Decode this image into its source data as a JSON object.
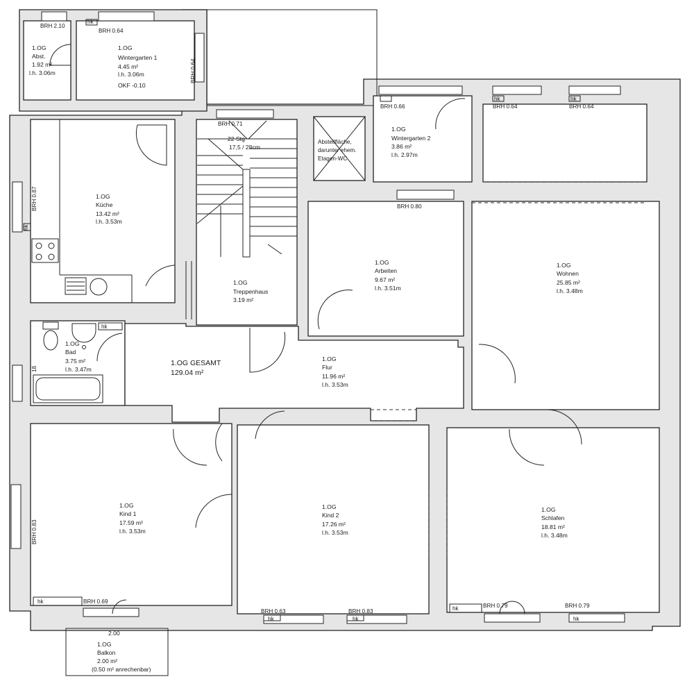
{
  "plan": {
    "summary": {
      "title": "1.OG GESAMT",
      "area": "129.04 m²"
    },
    "rooms": {
      "abst": [
        "1.OG",
        "Abst.",
        "1.92 m²",
        "l.h. 3.06m"
      ],
      "wintergarten1": [
        "1.OG",
        "Wintergarten 1",
        "4.45 m²",
        "l.h. 3.06m",
        "OKF -0.10"
      ],
      "kueche": [
        "1.OG",
        "Küche",
        "13.42 m²",
        "l.h. 3.53m"
      ],
      "treppenhaus": [
        "1.OG",
        "Treppenhaus",
        "3.19 m²"
      ],
      "abstellflaeche": [
        "Abstellfläche,",
        "darunter ehem.",
        "Etagen-WC"
      ],
      "wintergarten2": [
        "1.OG",
        "Wintergarten 2",
        "3.86 m²",
        "l.h. 2.97m"
      ],
      "arbeiten": [
        "1.OG",
        "Arbeiten",
        "9.67 m²",
        "l.h. 3.51m"
      ],
      "wohnen": [
        "1.OG",
        "Wohnen",
        "25.85 m²",
        "l.h. 3.48m"
      ],
      "bad": [
        "1.OG",
        "Bad",
        "3.75 m²",
        "l.h. 3.47m"
      ],
      "flur": [
        "1.OG",
        "Flur",
        "11.96 m²",
        "l.h. 3.53m"
      ],
      "kind1": [
        "1.OG",
        "Kind 1",
        "17.59 m²",
        "l.h. 3.53m"
      ],
      "kind2": [
        "1.OG",
        "Kind 2",
        "17.26 m²",
        "l.h. 3.53m"
      ],
      "schlafen": [
        "1.OG",
        "Schlafen",
        "18.81 m²",
        "l.h. 3.48m"
      ],
      "balkon": [
        "1.OG",
        "Balkon",
        "2.00 m²",
        "(0.50 m² anrechenbar)"
      ]
    },
    "stairs": [
      "22 Stg",
      "17,5 / 28cm"
    ],
    "balcony_width": "2.00",
    "labels": {
      "brh_210": "BRH 2.10",
      "brh_064_wg1": "BRH 0.64",
      "brh_064_side": "BRH 0.64",
      "brh_071": "BRH 0.71",
      "brh_066": "BRH 0.66",
      "brh_064_a": "BRH 0.64",
      "brh_064_b": "BRH 0.64",
      "brh_087": "BRH 0.87",
      "brh_080": "BRH 0.80",
      "brh_18": "18",
      "brh_083_left": "BRH 0.83",
      "brh_069": "BRH 0.69",
      "brh_063": "BRH 0.63",
      "brh_083_bottom": "BRH 0.83",
      "brh_079_a": "BRH 0.79",
      "brh_079_b": "BRH 0.79",
      "hk": "hk"
    }
  }
}
